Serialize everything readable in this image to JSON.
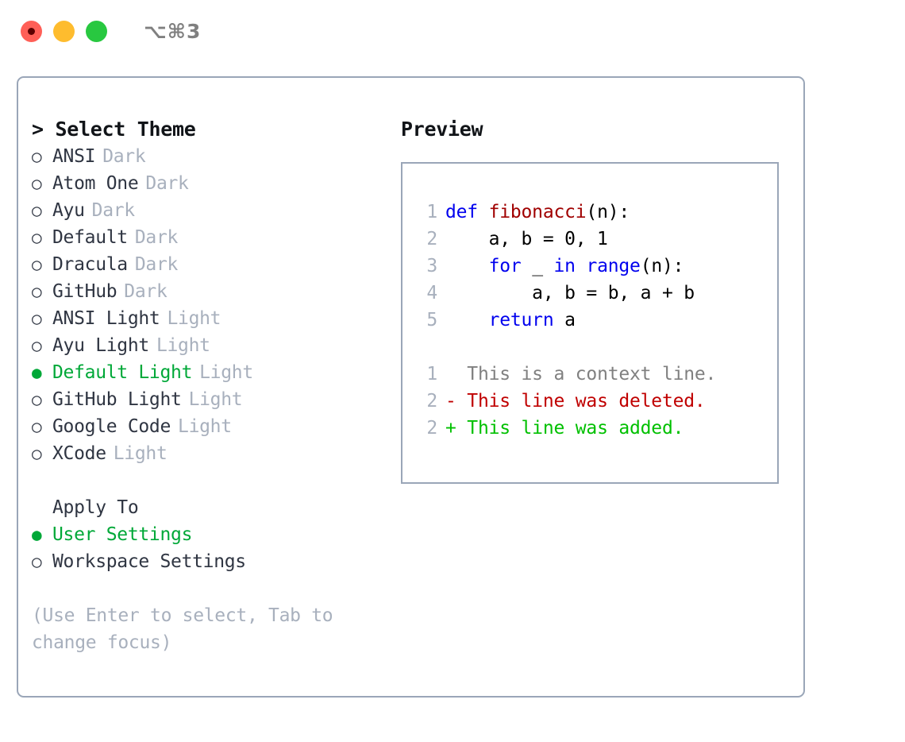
{
  "titlebar": {
    "shortcut": "⌥⌘3",
    "buttons": [
      {
        "name": "close",
        "color": "#ff5f57"
      },
      {
        "name": "minimize",
        "color": "#febc2e"
      },
      {
        "name": "zoom",
        "color": "#28c840"
      }
    ]
  },
  "theme_panel": {
    "heading": "> Select Theme",
    "bullet_unselected": "○",
    "bullet_selected": "●",
    "items": [
      {
        "label": "ANSI",
        "category": "Dark",
        "selected": false
      },
      {
        "label": "Atom One",
        "category": "Dark",
        "selected": false
      },
      {
        "label": "Ayu",
        "category": "Dark",
        "selected": false
      },
      {
        "label": "Default",
        "category": "Dark",
        "selected": false
      },
      {
        "label": "Dracula",
        "category": "Dark",
        "selected": false
      },
      {
        "label": "GitHub",
        "category": "Dark",
        "selected": false
      },
      {
        "label": "ANSI Light",
        "category": "Light",
        "selected": false
      },
      {
        "label": "Ayu Light",
        "category": "Light",
        "selected": false
      },
      {
        "label": "Default Light",
        "category": "Light",
        "selected": true
      },
      {
        "label": "GitHub Light",
        "category": "Light",
        "selected": false
      },
      {
        "label": "Google Code",
        "category": "Light",
        "selected": false
      },
      {
        "label": "XCode",
        "category": "Light",
        "selected": false
      }
    ]
  },
  "apply_to": {
    "heading": "Apply To",
    "items": [
      {
        "label": "User Settings",
        "selected": true
      },
      {
        "label": "Workspace Settings",
        "selected": false
      }
    ]
  },
  "hint": "(Use Enter to select, Tab to change focus)",
  "preview": {
    "heading": "Preview",
    "code_lines": [
      {
        "num": "1",
        "segments": [
          {
            "t": "def ",
            "c": "kw"
          },
          {
            "t": "fibonacci",
            "c": "fn"
          },
          {
            "t": "(n):",
            "c": "plain"
          }
        ]
      },
      {
        "num": "2",
        "segments": [
          {
            "t": "    a, b = 0, 1",
            "c": "plain"
          }
        ]
      },
      {
        "num": "3",
        "segments": [
          {
            "t": "    ",
            "c": "plain"
          },
          {
            "t": "for ",
            "c": "kw"
          },
          {
            "t": "_ ",
            "c": "plain"
          },
          {
            "t": "in ",
            "c": "kw"
          },
          {
            "t": "range",
            "c": "kw"
          },
          {
            "t": "(n):",
            "c": "plain"
          }
        ]
      },
      {
        "num": "4",
        "segments": [
          {
            "t": "        a, b = b, a + b",
            "c": "plain"
          }
        ]
      },
      {
        "num": "5",
        "segments": [
          {
            "t": "    ",
            "c": "plain"
          },
          {
            "t": "return ",
            "c": "kw"
          },
          {
            "t": "a",
            "c": "plain"
          }
        ]
      }
    ],
    "diff_lines": [
      {
        "num": "1",
        "marker": "  ",
        "text": "This is a context line.",
        "kind": "context"
      },
      {
        "num": "2",
        "marker": "- ",
        "text": "This line was deleted.",
        "kind": "deleted"
      },
      {
        "num": "2",
        "marker": "+ ",
        "text": "This line was added.",
        "kind": "added"
      }
    ]
  },
  "colors": {
    "accent_green": "#00a838",
    "muted_gray": "#a8b0bd",
    "border": "#9aa6b8",
    "keyword_blue": "#0000ee",
    "function_red": "#a00000",
    "diff_deleted": "#c00000",
    "diff_added": "#00c000",
    "text": "#2f3542"
  }
}
